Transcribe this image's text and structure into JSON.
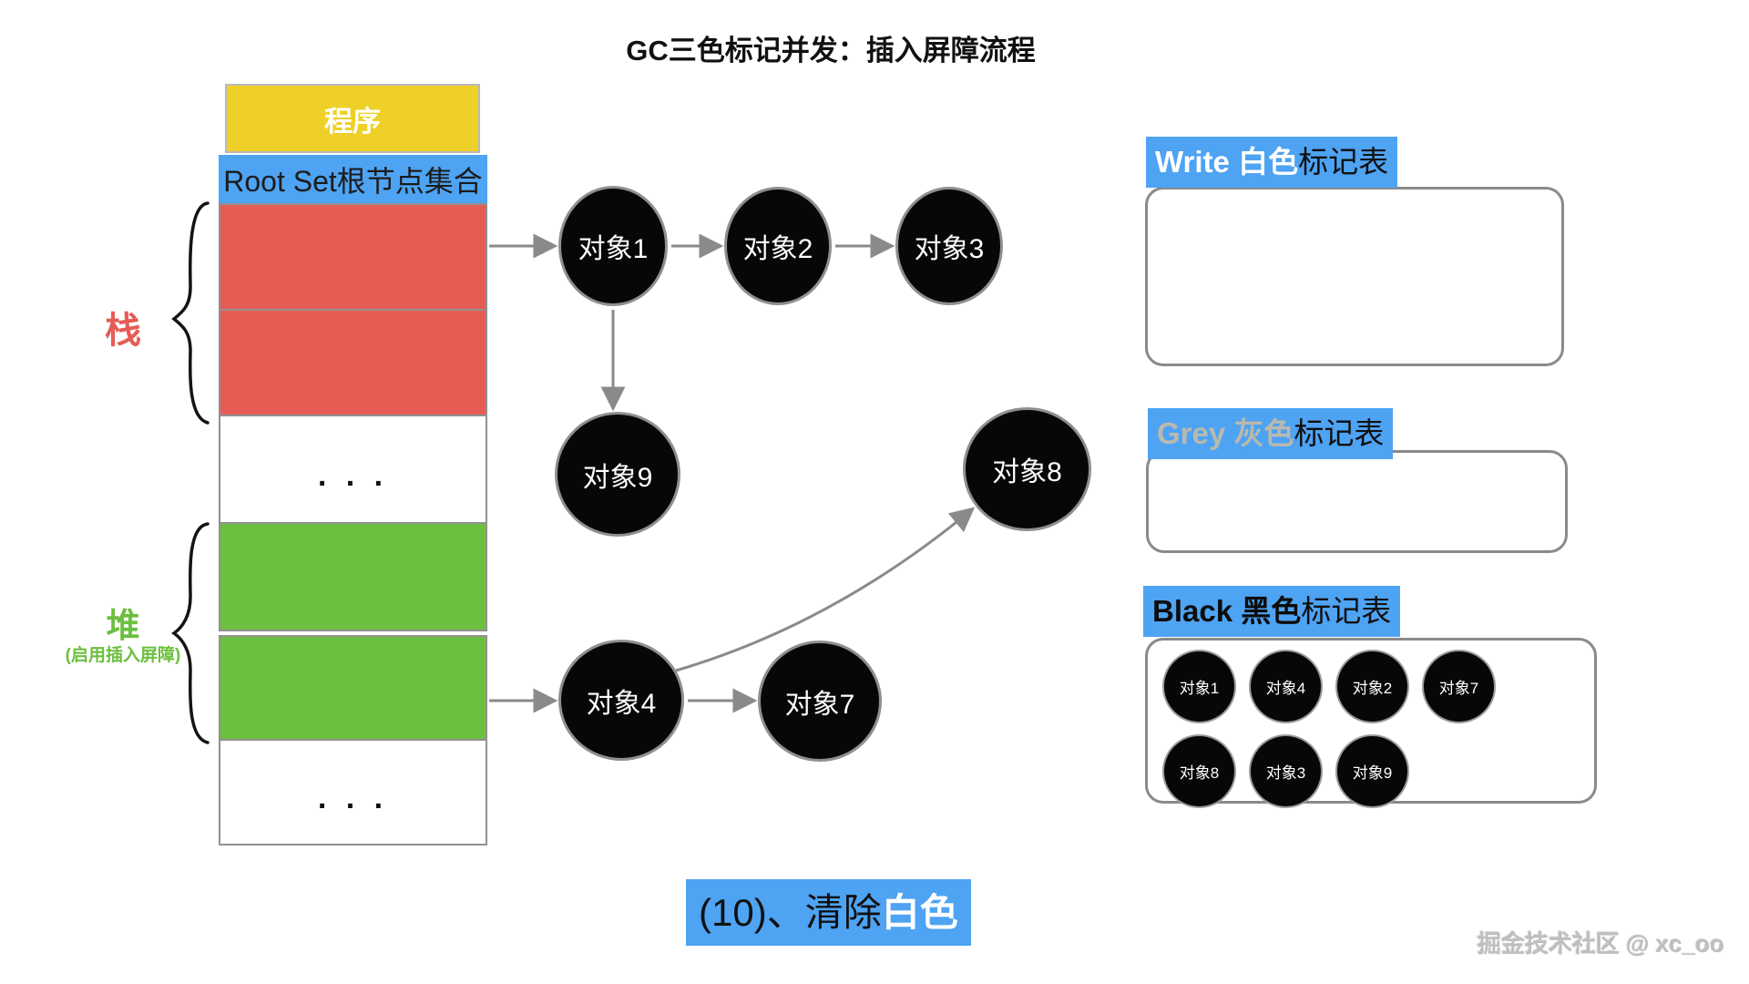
{
  "title": "GC三色标记并发：插入屏障流程",
  "stack": {
    "program": "程序",
    "root_set": "Root Set根节点集合",
    "ellipsis": ". . .",
    "stack_label": "栈",
    "heap_label": "堆",
    "heap_note": "(启用插入屏障)"
  },
  "objects": {
    "o1": "对象1",
    "o2": "对象2",
    "o3": "对象3",
    "o4": "对象4",
    "o7": "对象7",
    "o8": "对象8",
    "o9": "对象9"
  },
  "tables": {
    "white": {
      "highlight": "Write 白色",
      "rest": "标记表",
      "items": []
    },
    "grey": {
      "highlight": "Grey 灰色",
      "rest": "标记表",
      "items": []
    },
    "black": {
      "highlight": "Black 黑色",
      "rest": "标记表",
      "items": [
        "对象1",
        "对象4",
        "对象2",
        "对象7",
        "对象8",
        "对象3",
        "对象9"
      ]
    }
  },
  "caption": {
    "prefix": "(10)、清除",
    "highlight": "白色"
  },
  "watermark": "掘金技术社区 @ xc_oo",
  "colors": {
    "accent_blue": "#4EA3F3",
    "stack_red": "#E65C55",
    "heap_green": "#6CBF3F",
    "program_yellow": "#EFD028",
    "arrow_grey": "#8a8a8a"
  }
}
